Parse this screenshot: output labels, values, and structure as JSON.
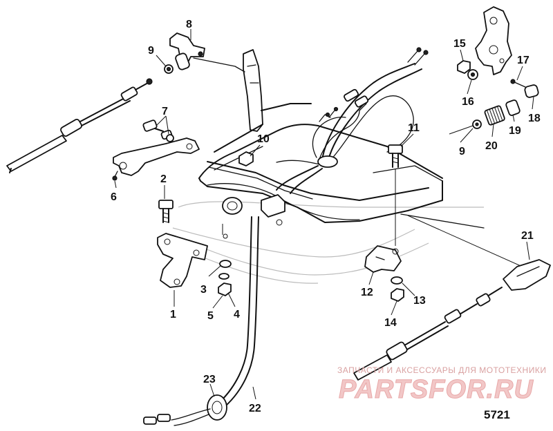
{
  "figure_number": "5721",
  "watermark": {
    "tagline": "ЗАПЧАСТИ И АКСЕССУАРЫ ДЛЯ МОТОТЕХНИКИ",
    "logo": "PARTSFOR.RU"
  },
  "callouts": [
    {
      "id": "c8a",
      "text": "8"
    },
    {
      "id": "c9a",
      "text": "9"
    },
    {
      "id": "c7",
      "text": "7"
    },
    {
      "id": "c6",
      "text": "6"
    },
    {
      "id": "c10",
      "text": "10"
    },
    {
      "id": "c2",
      "text": "2"
    },
    {
      "id": "c3",
      "text": "3"
    },
    {
      "id": "c4",
      "text": "4"
    },
    {
      "id": "c5",
      "text": "5"
    },
    {
      "id": "c1",
      "text": "1"
    },
    {
      "id": "c11",
      "text": "11"
    },
    {
      "id": "c12",
      "text": "12"
    },
    {
      "id": "c13",
      "text": "13"
    },
    {
      "id": "c14",
      "text": "14"
    },
    {
      "id": "c15",
      "text": "15"
    },
    {
      "id": "c16",
      "text": "16"
    },
    {
      "id": "c17",
      "text": "17"
    },
    {
      "id": "c18",
      "text": "18"
    },
    {
      "id": "c19",
      "text": "19"
    },
    {
      "id": "c20",
      "text": "20"
    },
    {
      "id": "c9b",
      "text": "9"
    },
    {
      "id": "c21",
      "text": "21"
    },
    {
      "id": "c22",
      "text": "22"
    },
    {
      "id": "c23",
      "text": "23"
    }
  ]
}
